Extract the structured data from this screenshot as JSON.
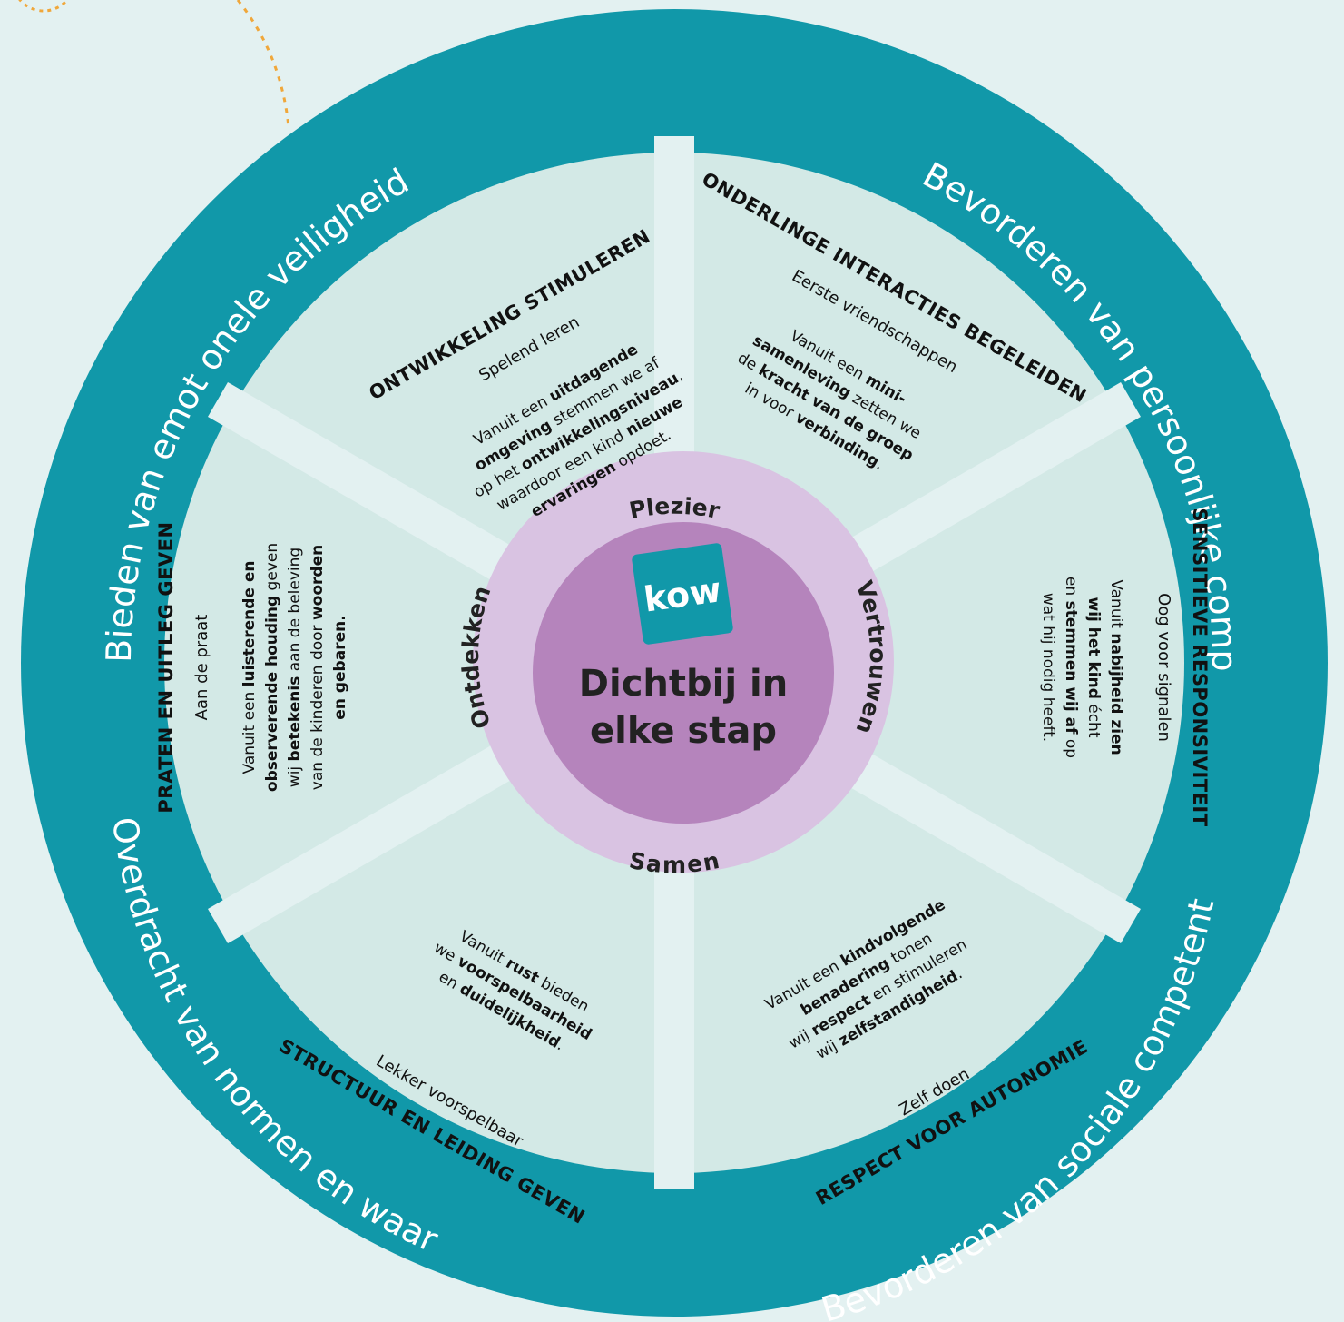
{
  "colors": {
    "background": "#e3f1f1",
    "outer_ring": "#1198a9",
    "segment": "#d3e9e6",
    "gap": "#e3f1f1",
    "core_ring": "#d9c3e2",
    "center": "#b584bc",
    "logo": "#1198a9",
    "dotted_arc": "#f0a73a"
  },
  "center": {
    "logo": "kow",
    "line1": "Dichtbij in",
    "line2": "elke stap"
  },
  "core_values": [
    "Plezier",
    "Vertrouwen",
    "Samen",
    "Ontdekken"
  ],
  "ring_labels": {
    "top_left": "Bieden van emot onele veiligheid",
    "top_right": "Bevorderen van persoonlijke competent e",
    "bottom_right": "Bevorderen van sociale competent e",
    "bottom_left": "Overdracht van normen en waarden"
  },
  "segments": [
    {
      "id": "ontwikkeling",
      "title": "ONTWIKKELING STIMULEREN",
      "subtitle": "Spelend leren",
      "body": [
        [
          [
            "Vanuit een ",
            false
          ],
          [
            "uitdagende",
            true
          ]
        ],
        [
          [
            "omgeving",
            true
          ],
          [
            " stemmen we af",
            false
          ]
        ],
        [
          [
            "op het ",
            false
          ],
          [
            "ontwikkelingsniveau",
            true
          ],
          [
            ",",
            false
          ]
        ],
        [
          [
            "waardoor een kind ",
            false
          ],
          [
            "nieuwe",
            true
          ]
        ],
        [
          [
            "ervaringen",
            true
          ],
          [
            " opdoet.",
            false
          ]
        ]
      ]
    },
    {
      "id": "interacties",
      "title": "ONDERLINGE INTERACTIES BEGELEIDEN",
      "subtitle": "Eerste vriendschappen",
      "body": [
        [
          [
            "Vanuit een ",
            false
          ],
          [
            "mini-",
            true
          ]
        ],
        [
          [
            "samenleving",
            true
          ],
          [
            " zetten we",
            false
          ]
        ],
        [
          [
            "de ",
            false
          ],
          [
            "kracht van de groep",
            true
          ]
        ],
        [
          [
            "in voor ",
            false
          ],
          [
            "verbinding",
            true
          ],
          [
            ".",
            false
          ]
        ]
      ]
    },
    {
      "id": "sensitieve",
      "title": "SENSITIEVE RESPONSIVITEIT",
      "subtitle": "Oog voor signalen",
      "body": [
        [
          [
            "Vanuit ",
            false
          ],
          [
            "nabijheid zien",
            true
          ]
        ],
        [
          [
            "wij het kind",
            true
          ],
          [
            " écht",
            false
          ]
        ],
        [
          [
            "en ",
            false
          ],
          [
            "stemmen wij af",
            true
          ],
          [
            " op",
            false
          ]
        ],
        [
          [
            "wat hij nodig heeft.",
            false
          ]
        ]
      ]
    },
    {
      "id": "autonomie",
      "title": "RESPECT VOOR AUTONOMIE",
      "subtitle": "Zelf doen",
      "body": [
        [
          [
            "Vanuit een ",
            false
          ],
          [
            "kindvolgende",
            true
          ]
        ],
        [
          [
            "benadering",
            true
          ],
          [
            " tonen",
            false
          ]
        ],
        [
          [
            "wij ",
            false
          ],
          [
            "respect",
            true
          ],
          [
            " en stimuleren",
            false
          ]
        ],
        [
          [
            "wij ",
            false
          ],
          [
            "zelfstandigheid",
            true
          ],
          [
            ".",
            false
          ]
        ]
      ]
    },
    {
      "id": "structuur",
      "title": "STRUCTUUR EN LEIDING GEVEN",
      "subtitle": "Lekker voorspelbaar",
      "body": [
        [
          [
            "Vanuit ",
            false
          ],
          [
            "rust",
            true
          ],
          [
            " bieden",
            false
          ]
        ],
        [
          [
            "we ",
            false
          ],
          [
            "voorspelbaarheid",
            true
          ]
        ],
        [
          [
            "en ",
            false
          ],
          [
            "duidelijkheid",
            true
          ],
          [
            ".",
            false
          ]
        ]
      ]
    },
    {
      "id": "praten",
      "title": "PRATEN EN UITLEG GEVEN",
      "subtitle": "Aan de praat",
      "body": [
        [
          [
            "Vanuit een ",
            false
          ],
          [
            "luisterende en",
            true
          ]
        ],
        [
          [
            "observerende houding",
            true
          ],
          [
            " geven",
            false
          ]
        ],
        [
          [
            "wij ",
            false
          ],
          [
            "betekenis",
            true
          ],
          [
            " aan de beleving",
            false
          ]
        ],
        [
          [
            "van de kinderen door ",
            false
          ],
          [
            "woorden",
            true
          ]
        ],
        [
          [
            "en gebaren.",
            true
          ]
        ]
      ]
    }
  ]
}
